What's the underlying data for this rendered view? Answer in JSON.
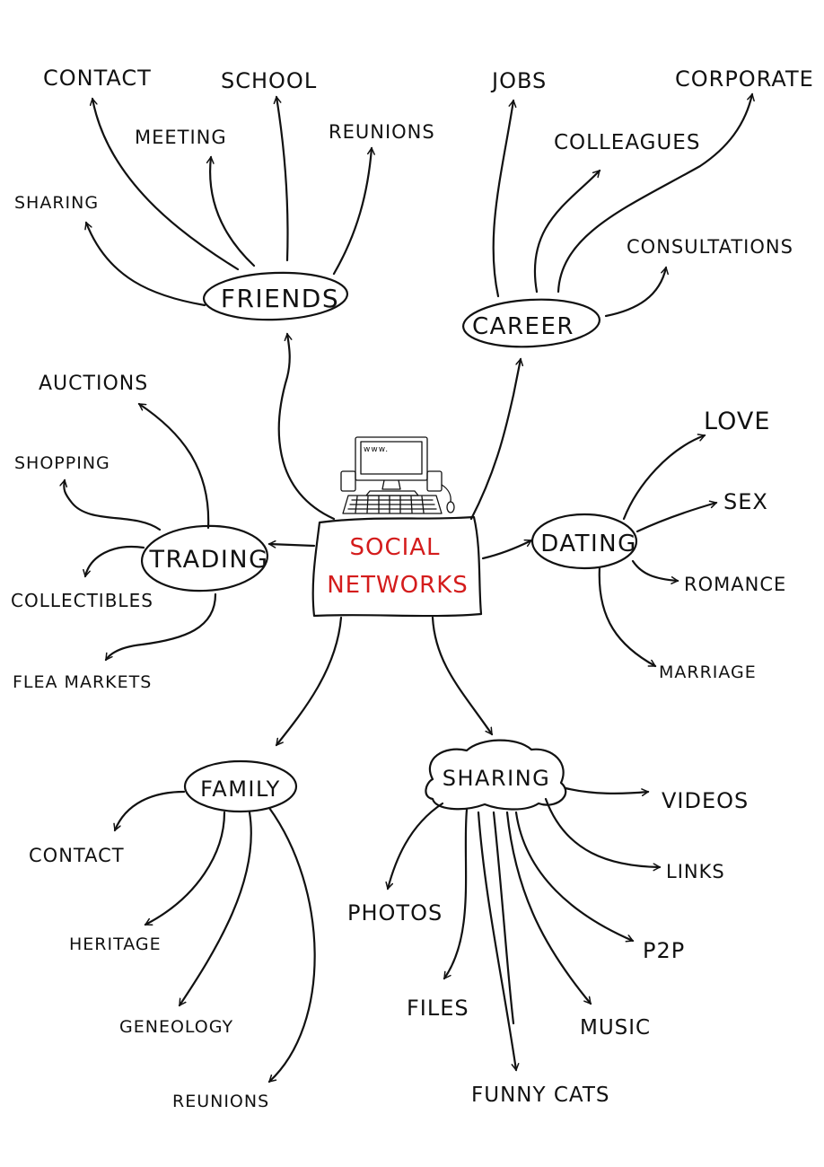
{
  "colors": {
    "ink": "#111111",
    "center_text": "#d41c1c",
    "background": "#ffffff"
  },
  "center": {
    "line1": "SOCIAL",
    "line2": "NETWORKS",
    "screen_text": "www."
  },
  "hubs": {
    "friends": "FRIENDS",
    "career": "CAREER",
    "trading": "TRADING",
    "dating": "DATING",
    "family": "FAMILY",
    "sharing": "SHARING"
  },
  "friends_items": [
    "CONTACT",
    "SCHOOL",
    "MEETING",
    "REUNIONS",
    "SHARING"
  ],
  "career_items": [
    "JOBS",
    "CORPORATE",
    "COLLEAGUES",
    "CONSULTATIONS"
  ],
  "trading_items": [
    "AUCTIONS",
    "SHOPPING",
    "COLLECTIBLES",
    "FLEA MARKETS"
  ],
  "dating_items": [
    "LOVE",
    "SEX",
    "ROMANCE",
    "MARRIAGE"
  ],
  "family_items": [
    "CONTACT",
    "HERITAGE",
    "GENEOLOGY",
    "REUNIONS"
  ],
  "sharing_items": [
    "VIDEOS",
    "LINKS",
    "PHOTOS",
    "P2P",
    "FILES",
    "MUSIC",
    "FUNNY CATS"
  ]
}
